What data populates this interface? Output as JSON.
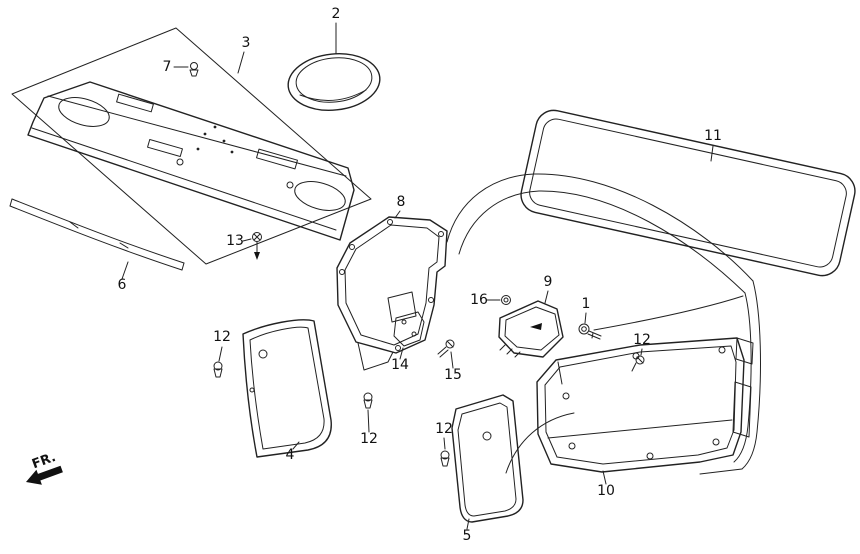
{
  "diagram": {
    "fr_label": "FR.",
    "stroke_color": "#222222",
    "callouts": [
      {
        "label": "2"
      },
      {
        "label": "3"
      },
      {
        "label": "7"
      },
      {
        "label": "11"
      },
      {
        "label": "8"
      },
      {
        "label": "13"
      },
      {
        "label": "6"
      },
      {
        "label": "9"
      },
      {
        "label": "16"
      },
      {
        "label": "1"
      },
      {
        "label": "12"
      },
      {
        "label": "12"
      },
      {
        "label": "14"
      },
      {
        "label": "15"
      },
      {
        "label": "12"
      },
      {
        "label": "12"
      },
      {
        "label": "4"
      },
      {
        "label": "10"
      },
      {
        "label": "5"
      }
    ]
  }
}
